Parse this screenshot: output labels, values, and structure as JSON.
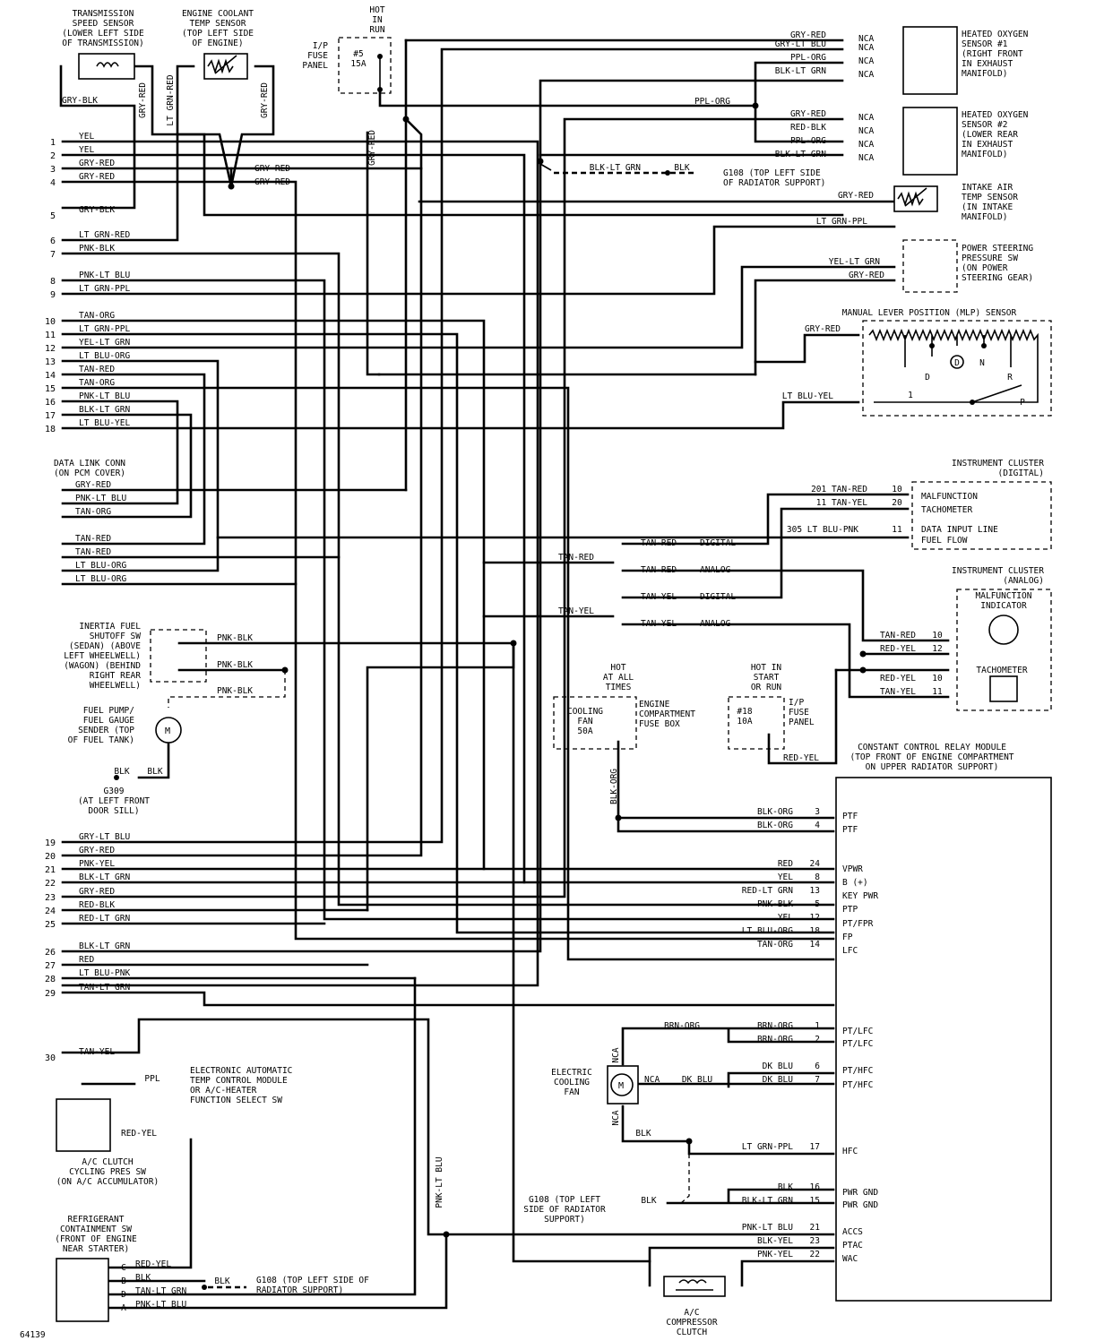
{
  "left_components": {
    "trans_speed_sensor": [
      "TRANSMISSION",
      "SPEED SENSOR",
      "(LOWER LEFT SIDE",
      "OF TRANSMISSION)"
    ],
    "coolant_temp_sensor": [
      "ENGINE COOLANT",
      "TEMP SENSOR",
      "(TOP LEFT SIDE",
      "OF ENGINE)"
    ],
    "fuse_panel_ip": [
      "I/P",
      "FUSE",
      "PANEL"
    ],
    "hot_in_run": [
      "HOT",
      "IN",
      "RUN"
    ],
    "fuse5": [
      "#5",
      "15A"
    ],
    "data_link": [
      "DATA LINK CONN",
      "(ON PCM COVER)"
    ],
    "inertia_switch": [
      "INERTIA FUEL",
      "SHUTOFF SW",
      "(SEDAN) (ABOVE",
      "LEFT WHEELWELL)",
      "(WAGON) (BEHIND",
      "RIGHT REAR",
      "WHEELWELL)"
    ],
    "fuel_pump": [
      "FUEL PUMP/",
      "FUEL GAUGE",
      "SENDER (TOP",
      "OF FUEL TANK)"
    ],
    "g309": [
      "G309",
      "(AT LEFT FRONT",
      "DOOR SILL)"
    ],
    "eatc": [
      "ELECTRONIC AUTOMATIC",
      "TEMP CONTROL MODULE",
      "OR A/C-HEATER",
      "FUNCTION SELECT SW"
    ],
    "ac_cycling": [
      "A/C CLUTCH",
      "CYCLING PRES SW",
      "(ON A/C ACCUMULATOR)"
    ],
    "refrig_sw": [
      "REFRIGERANT",
      "CONTAINMENT SW",
      "(FRONT OF ENGINE",
      "NEAR STARTER)"
    ],
    "g108_bottom": [
      "G108 (TOP LEFT SIDE OF",
      "RADIATOR SUPPORT)"
    ],
    "g108_top": [
      "G108 (TOP LEFT SIDE",
      "OF RADIATOR SUPPORT)"
    ]
  },
  "right_components": {
    "ho2s1": [
      "HEATED OXYGEN",
      "SENSOR #1",
      "(RIGHT FRONT",
      "IN EXHAUST",
      "MANIFOLD)"
    ],
    "ho2s2": [
      "HEATED OXYGEN",
      "SENSOR #2",
      "(LOWER REAR",
      "IN EXHAUST",
      "MANIFOLD)"
    ],
    "iat": [
      "INTAKE AIR",
      "TEMP SENSOR",
      "(IN INTAKE",
      "MANIFOLD)"
    ],
    "ps_switch": [
      "POWER STEERING",
      "PRESSURE SW",
      "(ON POWER",
      "STEERING GEAR)"
    ],
    "mlp": "MANUAL LEVER POSITION (MLP) SENSOR",
    "mlp_positions": [
      "D",
      "N",
      "R",
      "1",
      "P"
    ],
    "mlp_circled": "D",
    "cluster_digital": [
      "INSTRUMENT CLUSTER",
      "(DIGITAL)"
    ],
    "cluster_digital_items": [
      "MALFUNCTION",
      "TACHOMETER",
      "DATA INPUT LINE",
      "FUEL FLOW"
    ],
    "cluster_analog": [
      "INSTRUMENT CLUSTER",
      "(ANALOG)"
    ],
    "malf_indicator": [
      "MALFUNCTION",
      "INDICATOR"
    ],
    "tachometer": "TACHOMETER",
    "hot_at_all_times": [
      "HOT",
      "AT ALL",
      "TIMES"
    ],
    "cooling_fan_fuse": [
      "COOLING",
      "FAN",
      "50A"
    ],
    "engine_fuse_box": [
      "ENGINE",
      "COMPARTMENT",
      "FUSE BOX"
    ],
    "hot_in_start": [
      "HOT IN",
      "START",
      "OR RUN"
    ],
    "fuse18": [
      "#18",
      "10A"
    ],
    "ip_fuse_panel2": [
      "I/P",
      "FUSE",
      "PANEL"
    ],
    "ccrm": [
      "CONSTANT CONTROL RELAY MODULE",
      "(TOP FRONT OF ENGINE COMPARTMENT",
      "ON UPPER RADIATOR SUPPORT)"
    ],
    "cooling_fan": [
      "ELECTRIC",
      "COOLING",
      "FAN"
    ],
    "g108_mid": [
      "G108 (TOP LEFT",
      "SIDE OF RADIATOR",
      "SUPPORT)"
    ],
    "compressor": [
      "A/C",
      "COMPRESSOR",
      "CLUTCH"
    ]
  },
  "pcm_pins": [
    {
      "pin": "1",
      "wire": "YEL"
    },
    {
      "pin": "2",
      "wire": "YEL"
    },
    {
      "pin": "3",
      "wire": "GRY-RED"
    },
    {
      "pin": "4",
      "wire": "GRY-RED"
    },
    {
      "pin": "5",
      "wire": "GRY-BLK"
    },
    {
      "pin": "6",
      "wire": "LT GRN-RED"
    },
    {
      "pin": "7",
      "wire": "PNK-BLK"
    },
    {
      "pin": "8",
      "wire": "PNK-LT BLU"
    },
    {
      "pin": "9",
      "wire": "LT GRN-PPL"
    },
    {
      "pin": "10",
      "wire": "TAN-ORG"
    },
    {
      "pin": "11",
      "wire": "LT GRN-PPL"
    },
    {
      "pin": "12",
      "wire": "YEL-LT GRN"
    },
    {
      "pin": "13",
      "wire": "LT BLU-ORG"
    },
    {
      "pin": "14",
      "wire": "TAN-RED"
    },
    {
      "pin": "15",
      "wire": "TAN-ORG"
    },
    {
      "pin": "16",
      "wire": "PNK-LT BLU"
    },
    {
      "pin": "17",
      "wire": "BLK-LT GRN"
    },
    {
      "pin": "18",
      "wire": "LT BLU-YEL"
    },
    {
      "pin": "19",
      "wire": "GRY-LT BLU"
    },
    {
      "pin": "20",
      "wire": "GRY-RED"
    },
    {
      "pin": "21",
      "wire": "PNK-YEL"
    },
    {
      "pin": "22",
      "wire": "BLK-LT GRN"
    },
    {
      "pin": "23",
      "wire": "GRY-RED"
    },
    {
      "pin": "24",
      "wire": "RED-BLK"
    },
    {
      "pin": "25",
      "wire": "RED-LT GRN"
    },
    {
      "pin": "26",
      "wire": "BLK-LT GRN"
    },
    {
      "pin": "27",
      "wire": "RED"
    },
    {
      "pin": "28",
      "wire": "LT BLU-PNK"
    },
    {
      "pin": "29",
      "wire": "TAN-LT GRN"
    },
    {
      "pin": "30",
      "wire": "TAN-YEL"
    }
  ],
  "dlc_wires": [
    "GRY-RED",
    "PNK-LT BLU",
    "TAN-ORG",
    "TAN-RED",
    "TAN-RED",
    "LT BLU-ORG",
    "LT BLU-ORG"
  ],
  "ho2s1_wires": [
    "GRY-RED",
    "GRY-LT BLU",
    "PPL-ORG",
    "BLK-LT GRN"
  ],
  "ho2s2_wires": [
    "GRY-RED",
    "RED-BLK",
    "PPL-ORG",
    "BLK-LT GRN"
  ],
  "nca": "NCA",
  "misc_wires": {
    "ppl_org": "PPL-ORG",
    "blk_lt_grn": "BLK-LT GRN",
    "blk": "BLK",
    "gry_red": "GRY-RED",
    "lt_grn_red": "LT GRN-RED",
    "gry_blk": "GRY-BLK",
    "lt_grn_ppl": "LT GRN-PPL",
    "yel_lt_grn": "YEL-LT GRN",
    "lt_blu_yel": "LT BLU-YEL",
    "pnk_blk": "PNK-BLK",
    "ppl": "PPL",
    "red_yel": "RED-YEL",
    "pnk_lt_blu": "PNK-LT BLU",
    "blk_org": "BLK-ORG",
    "tan_red": "TAN-RED",
    "tan_yel": "TAN-YEL",
    "digital": "DIGITAL",
    "analog": "ANALOG",
    "brn_org": "BRN-ORG",
    "dk_blu": "DK BLU",
    "blk_yel": "BLK-YEL",
    "pnk_yel": "PNK-YEL",
    "tan_lt_grn": "TAN-LT GRN"
  },
  "cluster_digital_wires": [
    {
      "label": "201 TAN-RED",
      "pin": "10"
    },
    {
      "label": "11 TAN-YEL",
      "pin": "20"
    },
    {
      "label": "305 LT BLU-PNK",
      "pin": "11"
    }
  ],
  "cluster_analog_wires": [
    {
      "wire": "TAN-RED",
      "pin": "10"
    },
    {
      "wire": "RED-YEL",
      "pin": "12"
    },
    {
      "wire": "RED-YEL",
      "pin": "10"
    },
    {
      "wire": "TAN-YEL",
      "pin": "11"
    }
  ],
  "refrig_pins": [
    {
      "pin": "C",
      "wire": "RED-YEL"
    },
    {
      "pin": "B",
      "wire": "BLK"
    },
    {
      "pin": "D",
      "wire": "TAN-LT GRN"
    },
    {
      "pin": "A",
      "wire": "PNK-LT BLU"
    }
  ],
  "ccrm_pins": [
    {
      "wire": "BLK-ORG",
      "pin": "3",
      "fn": "PTF"
    },
    {
      "wire": "BLK-ORG",
      "pin": "4",
      "fn": "PTF"
    },
    {
      "wire": "RED",
      "pin": "24",
      "fn": "VPWR"
    },
    {
      "wire": "YEL",
      "pin": "8",
      "fn": "B (+)"
    },
    {
      "wire": "RED-LT GRN",
      "pin": "13",
      "fn": "KEY PWR"
    },
    {
      "wire": "PNK-BLK",
      "pin": "5",
      "fn": "PTP"
    },
    {
      "wire": "YEL",
      "pin": "12",
      "fn": "PT/FPR"
    },
    {
      "wire": "LT BLU-ORG",
      "pin": "18",
      "fn": "FP"
    },
    {
      "wire": "TAN-ORG",
      "pin": "14",
      "fn": "LFC"
    },
    {
      "wire": "BRN-ORG",
      "pin": "1",
      "fn": "PT/LFC"
    },
    {
      "wire": "BRN-ORG",
      "pin": "2",
      "fn": "PT/LFC"
    },
    {
      "wire": "DK BLU",
      "pin": "6",
      "fn": "PT/HFC"
    },
    {
      "wire": "DK BLU",
      "pin": "7",
      "fn": "PT/HFC"
    },
    {
      "wire": "LT GRN-PPL",
      "pin": "17",
      "fn": "HFC"
    },
    {
      "wire": "BLK",
      "pin": "16",
      "fn": "PWR GND"
    },
    {
      "wire": "BLK-LT GRN",
      "pin": "15",
      "fn": "PWR GND"
    },
    {
      "wire": "PNK-LT BLU",
      "pin": "21",
      "fn": "ACCS"
    },
    {
      "wire": "BLK-YEL",
      "pin": "23",
      "fn": "PTAC"
    },
    {
      "wire": "PNK-YEL",
      "pin": "22",
      "fn": "WAC"
    }
  ],
  "footer_code": "64139"
}
